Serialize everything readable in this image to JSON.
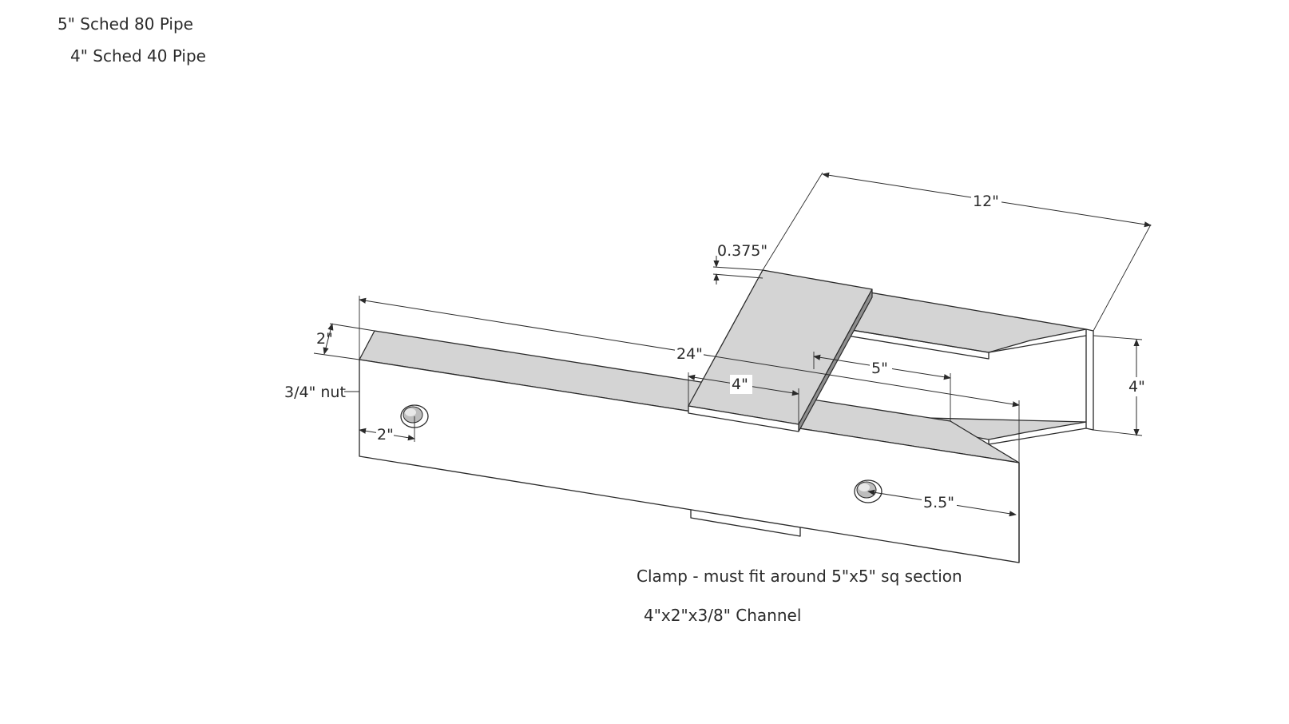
{
  "labels": {
    "pipe_outer": "5\" Sched 80 Pipe",
    "pipe_inner": "4\" Sched 40 Pipe",
    "clamp_note": "Clamp - must fit around 5\"x5\" sq section",
    "channel_note": "4\"x2\"x3/8\" Channel",
    "nut": "3/4\" nut"
  },
  "dimensions": {
    "length_24": "24\"",
    "width_12": "12\"",
    "thickness": "0.375\"",
    "depth_2": "2\"",
    "hole_offset_2": "2\"",
    "clamp_4": "4\"",
    "span_5": "5\"",
    "height_4": "4\"",
    "hole_offset_5_5": "5.5\""
  },
  "colors": {
    "face_top": "#d4d4d4",
    "face_front": "#ffffff",
    "line": "#2a2a2a"
  }
}
